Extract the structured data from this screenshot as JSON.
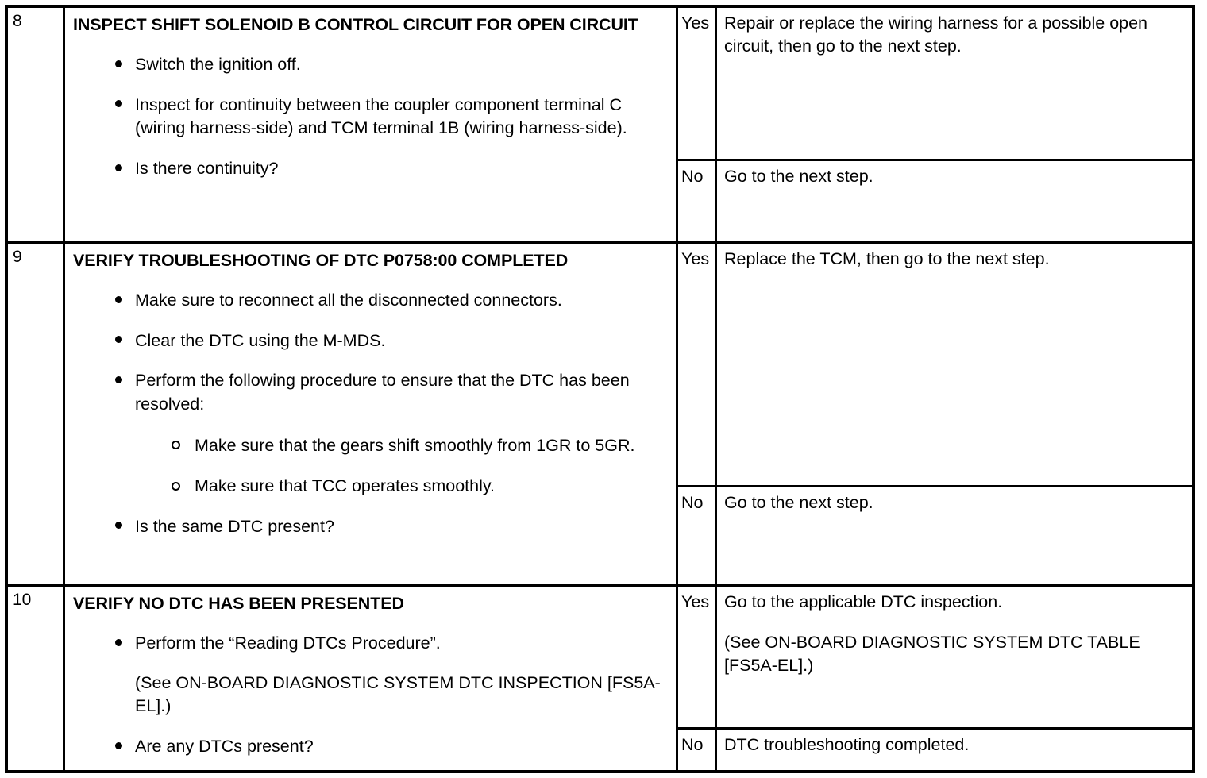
{
  "document": {
    "type": "diagnostic-trouble-code-inspection-table",
    "columns": [
      "step",
      "inspection",
      "result",
      "action"
    ]
  },
  "steps": [
    {
      "number": "8",
      "title": "INSPECT SHIFT SOLENOID B CONTROL CIRCUIT FOR OPEN CIRCUIT",
      "bullets": [
        "Switch the ignition off.",
        "Inspect for continuity between the coupler component terminal C (wiring harness-side) and TCM terminal 1B (wiring harness-side).",
        "Is there continuity?"
      ],
      "answers": [
        {
          "key": "Yes",
          "paragraphs": [
            "Repair or replace the wiring harness for a possible open circuit, then go to the next step."
          ]
        },
        {
          "key": "No",
          "paragraphs": [
            "Go to the next step."
          ]
        }
      ]
    },
    {
      "number": "9",
      "title": "VERIFY TROUBLESHOOTING OF DTC P0758:00 COMPLETED",
      "bullets": [
        "Make sure to reconnect all the disconnected connectors.",
        "Clear the DTC using the M-MDS.",
        "Perform the following procedure to ensure that the DTC has been resolved:"
      ],
      "subbullets": [
        "Make sure that the gears shift smoothly from 1GR to 5GR.",
        "Make sure that TCC operates smoothly."
      ],
      "final_bullet": "Is the same DTC present?",
      "answers": [
        {
          "key": "Yes",
          "paragraphs": [
            "Replace the TCM, then go to the next step."
          ]
        },
        {
          "key": "No",
          "paragraphs": [
            "Go to the next step."
          ]
        }
      ]
    },
    {
      "number": "10",
      "title": "VERIFY NO DTC HAS BEEN PRESENTED",
      "bullets": [
        "Perform the “Reading DTCs Procedure”."
      ],
      "note": "(See ON-BOARD DIAGNOSTIC SYSTEM DTC INSPECTION [FS5A-EL].)",
      "final_bullet": "Are any DTCs present?",
      "answers": [
        {
          "key": "Yes",
          "paragraphs": [
            "Go to the applicable DTC inspection.",
            "(See ON-BOARD DIAGNOSTIC SYSTEM DTC TABLE [FS5A-EL].)"
          ]
        },
        {
          "key": "No",
          "paragraphs": [
            "DTC troubleshooting completed."
          ]
        }
      ]
    }
  ]
}
